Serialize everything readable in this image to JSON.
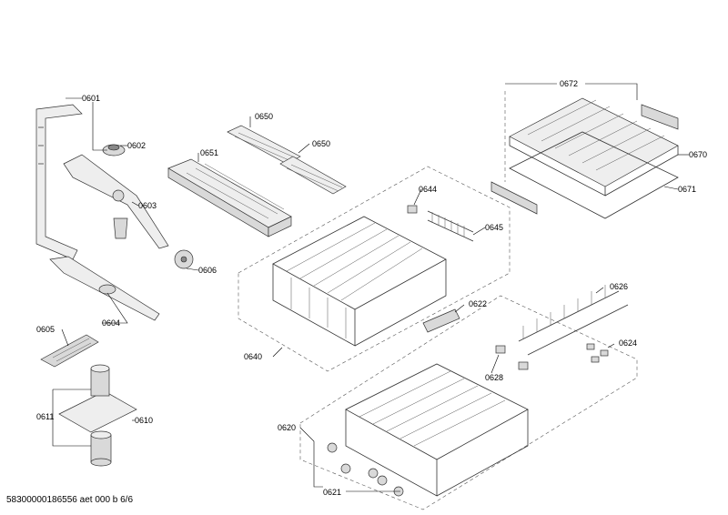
{
  "labels": {
    "p0601": "0601",
    "p0602": "0602",
    "p0603": "0603",
    "p0604": "0604",
    "p0605": "0605",
    "p0606": "0606",
    "p0610": "0610",
    "p0611": "0611",
    "p0620": "0620",
    "p0621": "0621",
    "p0622": "0622",
    "p0624": "0624",
    "p0626": "0626",
    "p0628": "0628",
    "p0640": "0640",
    "p0644": "0644",
    "p0645": "0645",
    "p0650a": "0650",
    "p0650b": "0650",
    "p0651": "0651",
    "p0670": "0670",
    "p0671": "0671",
    "p0672": "0672"
  },
  "document_code": "58300000186556 aet 000 b 6/6"
}
